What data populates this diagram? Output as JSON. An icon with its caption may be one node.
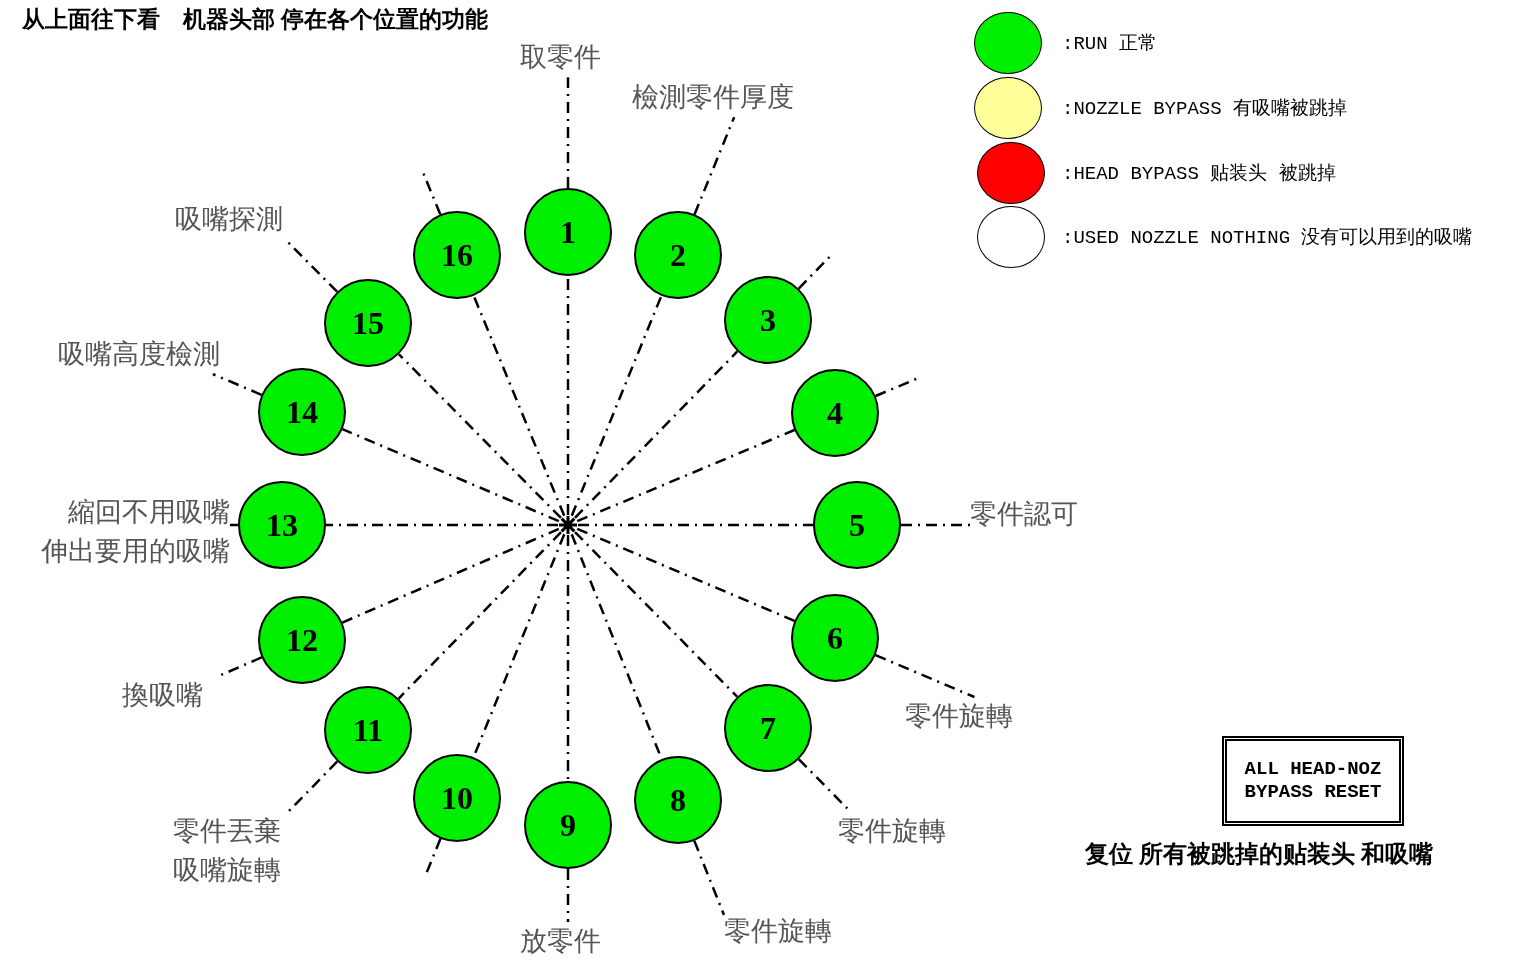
{
  "diagram": {
    "title": "从上面往下看　机器头部 停在各个位置的功能",
    "nodes": [
      {
        "text": [
          "1"
        ]
      },
      {
        "text": [
          "2"
        ]
      },
      {
        "text": [
          "3"
        ]
      },
      {
        "text": [
          "4"
        ]
      },
      {
        "text": [
          "5"
        ]
      },
      {
        "text": [
          "6"
        ]
      },
      {
        "text": [
          "7"
        ]
      },
      {
        "text": [
          "8"
        ]
      },
      {
        "text": [
          "9"
        ]
      },
      {
        "text": [
          "10"
        ]
      },
      {
        "text": [
          "11"
        ]
      },
      {
        "text": [
          "12"
        ]
      },
      {
        "text": [
          "13"
        ]
      },
      {
        "text": [
          "14"
        ]
      },
      {
        "text": [
          "15"
        ]
      },
      {
        "text": [
          "16"
        ]
      },
      {
        "text": [],
        "shape": "star"
      },
      {
        "text": [
          "ALL HEAD-NOZ BYPASS RESET"
        ]
      },
      {
        "text": [
          "取零件"
        ]
      },
      {
        "text": [
          "檢測零件厚度"
        ]
      },
      {
        "text": [
          "零件認可"
        ]
      },
      {
        "text": [
          "零件旋轉"
        ]
      },
      {
        "text": [
          "零件旋轉"
        ]
      },
      {
        "text": [
          "零件旋轉"
        ]
      },
      {
        "text": [
          "放零件"
        ]
      },
      {
        "text": [
          "零件丟棄吸嘴旋轉"
        ]
      },
      {
        "text": [
          "換吸嘴"
        ]
      },
      {
        "text": [
          "縮回不用吸嘴",
          "伸出要用的吸嘴"
        ]
      },
      {
        "text": [
          "吸嘴高度檢測"
        ]
      },
      {
        "text": [
          "吸嘴探測"
        ]
      }
    ],
    "edges": [
      {
        "from": 16,
        "to": 0,
        "arrow": "none"
      },
      {
        "from": 16,
        "to": 1,
        "arrow": "none"
      },
      {
        "from": 16,
        "to": 2,
        "arrow": "none"
      },
      {
        "from": 16,
        "to": 3,
        "arrow": "none"
      },
      {
        "from": 16,
        "to": 4,
        "arrow": "none"
      },
      {
        "from": 16,
        "to": 5,
        "arrow": "none"
      },
      {
        "from": 16,
        "to": 6,
        "arrow": "none"
      },
      {
        "from": 16,
        "to": 7,
        "arrow": "none"
      },
      {
        "from": 16,
        "to": 8,
        "arrow": "none"
      },
      {
        "from": 16,
        "to": 9,
        "arrow": "none"
      },
      {
        "from": 16,
        "to": 10,
        "arrow": "none"
      },
      {
        "from": 16,
        "to": 11,
        "arrow": "none"
      },
      {
        "from": 16,
        "to": 12,
        "arrow": "none"
      },
      {
        "from": 16,
        "to": 13,
        "arrow": "none"
      },
      {
        "from": 16,
        "to": 14,
        "arrow": "none"
      },
      {
        "from": 16,
        "to": 15,
        "arrow": "none"
      },
      {
        "from": 0,
        "to": 18,
        "arrow": "none"
      },
      {
        "from": 1,
        "to": 19,
        "arrow": "none"
      },
      {
        "from": 2,
        "to": null,
        "arrow": "none"
      },
      {
        "from": 3,
        "to": null,
        "arrow": "none"
      },
      {
        "from": 4,
        "to": 20,
        "arrow": "none"
      },
      {
        "from": 5,
        "to": 21,
        "arrow": "none"
      },
      {
        "from": 6,
        "to": 22,
        "arrow": "none"
      },
      {
        "from": 7,
        "to": 23,
        "arrow": "none"
      },
      {
        "from": 8,
        "to": 24,
        "arrow": "none"
      },
      {
        "from": 9,
        "to": null,
        "arrow": "none"
      },
      {
        "from": 10,
        "to": 25,
        "arrow": "none"
      },
      {
        "from": 11,
        "to": 26,
        "arrow": "none"
      },
      {
        "from": 12,
        "to": 27,
        "arrow": "none"
      },
      {
        "from": 13,
        "to": 28,
        "arrow": "none"
      },
      {
        "from": 14,
        "to": 29,
        "arrow": "none"
      },
      {
        "from": 15,
        "to": null,
        "arrow": "none"
      }
    ],
    "labels": [
      "复位 所有被跳掉的贴装头 和吸嘴"
    ],
    "legend": [
      {
        "text": ":RUN 正常",
        "color": "#00ee00"
      },
      {
        "text": ":NOZZLE BYPASS 有吸嘴被跳掉",
        "color": "#ffff99"
      },
      {
        "text": ":HEAD BYPASS 贴装头 被跳掉",
        "color": "#ff0000"
      },
      {
        "text": ":USED NOZZLE NOTHING 没有可以用到的吸嘴",
        "color": "#ffffff"
      }
    ]
  }
}
